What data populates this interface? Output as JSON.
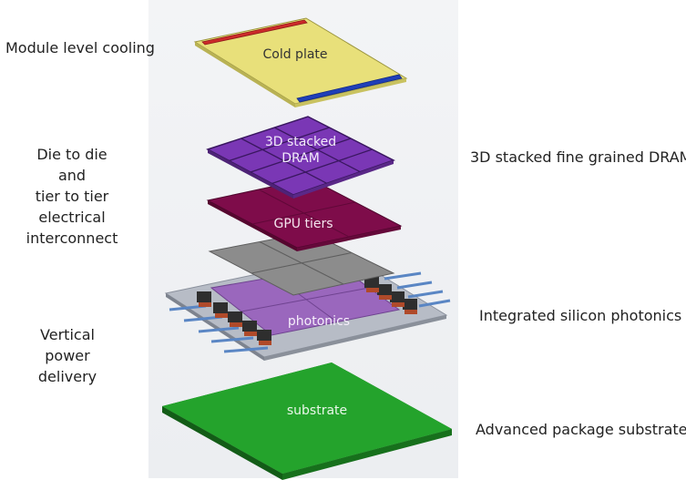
{
  "left_labels": {
    "cooling": "Module level cooling",
    "interconnect": [
      "Die to die",
      "and",
      "tier to tier",
      "electrical",
      "interconnect"
    ],
    "power": [
      "Vertical",
      "power",
      "delivery"
    ]
  },
  "right_labels": {
    "dram": "3D stacked fine grained DRAM",
    "photonics": "Integrated silicon photonics",
    "substrate": "Advanced package substrate"
  },
  "layers": {
    "cold_plate": "Cold plate",
    "dram": [
      "3D stacked",
      "DRAM"
    ],
    "gpu": "GPU tiers",
    "photonics": "photonics",
    "substrate": "substrate"
  },
  "colors": {
    "cold_plate": "#e8e07a",
    "cold_plate_red": "#cc2a2a",
    "cold_plate_blue": "#1f3fb8",
    "dram": "#7a37b5",
    "gpu": "#7e0c4a",
    "silicon": "#8c8c8c",
    "interposer": "#b7bcc6",
    "photonics": "#9a67bd",
    "substrate": "#24a32c"
  }
}
